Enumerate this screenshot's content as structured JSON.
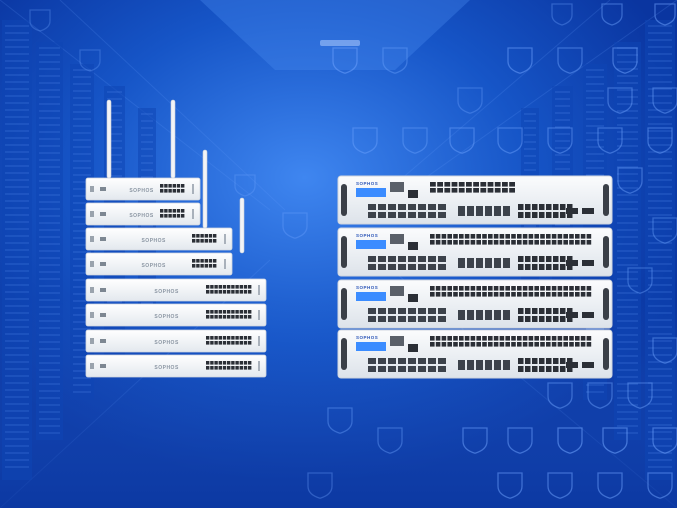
{
  "brand": {
    "logo_text": "SOPHOS"
  },
  "colors": {
    "background": "#0b3fae",
    "background_light": "#2d6fe0",
    "shield_outline": "#6fa4ff",
    "device_body": "#f4f6f9",
    "device_edge": "#cfd5de",
    "port_dark": "#2b2f36",
    "lcd_blue": "#3b8cff"
  },
  "desktop_stack": {
    "unit_count": 8,
    "antenna_count": 4
  },
  "rack_stack": {
    "unit_count": 4
  }
}
